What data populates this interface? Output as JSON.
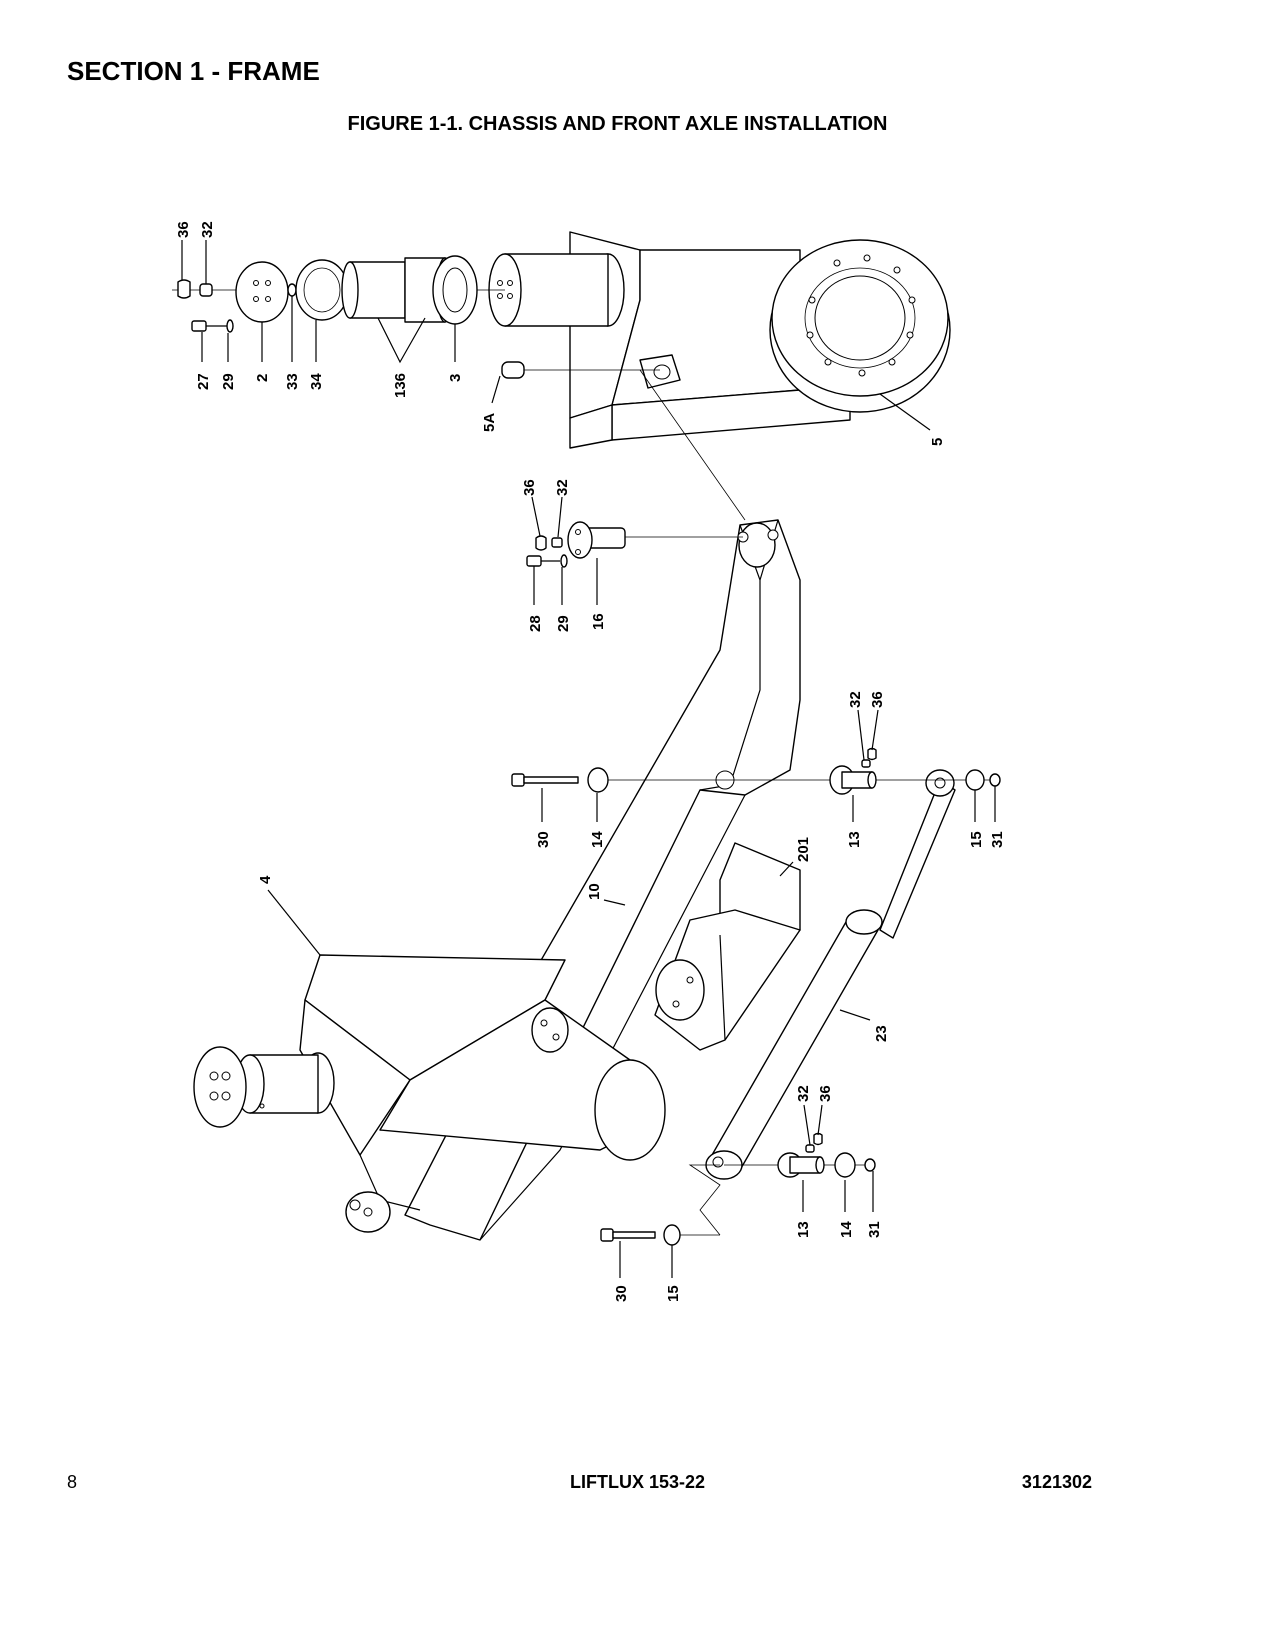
{
  "header": {
    "section_title": "SECTION 1 - FRAME",
    "figure_title": "FIGURE 1-1. CHASSIS AND FRONT AXLE INSTALLATION"
  },
  "diagram": {
    "callouts": {
      "c36a": "36",
      "c32a": "32",
      "c27": "27",
      "c29a": "29",
      "c2": "2",
      "c33": "33",
      "c34": "34",
      "c136": "136",
      "c3": "3",
      "c5a": "5A",
      "c5": "5",
      "c36b": "36",
      "c32b": "32",
      "c28": "28",
      "c29b": "29",
      "c16": "16",
      "c32c": "32",
      "c36c": "36",
      "c30a": "30",
      "c14a": "14",
      "c13a": "13",
      "c15a": "15",
      "c31a": "31",
      "c201": "201",
      "c10": "10",
      "c4": "4",
      "c23": "23",
      "c32d": "32",
      "c36d": "36",
      "c13b": "13",
      "c14b": "14",
      "c31b": "31",
      "c30b": "30",
      "c15b": "15"
    }
  },
  "footer": {
    "page_number": "8",
    "document_title": "LIFTLUX 153-22",
    "document_number": "3121302"
  }
}
